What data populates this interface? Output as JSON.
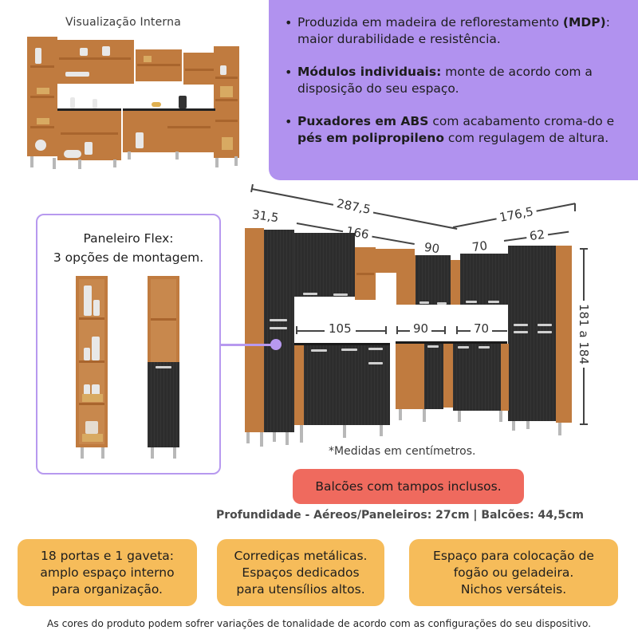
{
  "internal_view": {
    "title": "Visualização Interna"
  },
  "features_panel": {
    "background": "#b192ef",
    "items": [
      {
        "bold_prefix": "",
        "text_before": "Produzida em madeira de reflorestamento ",
        "bold": "(MDP)",
        "text_after": ": maior durabilidade e resistência."
      },
      {
        "bold": "Módulos individuais:",
        "text_after": " monte de acordo com a disposição do seu espaço."
      },
      {
        "bold": "Puxadores em ABS",
        "text_mid": " com acabamento croma-do e ",
        "bold2": "pés em polipropileno",
        "text_after": " com regulagem de altura."
      }
    ]
  },
  "dimensions": {
    "total_left": "287,5",
    "total_right": "176,5",
    "top_segments": [
      "31,5",
      "166",
      "90",
      "70",
      "62"
    ],
    "counter_segments": [
      "105",
      "90",
      "70"
    ],
    "height": "181 a 184",
    "unit_note": "*Medidas em centímetros."
  },
  "paneleiro": {
    "title_line1": "Paneleiro Flex:",
    "title_line2": "3 opções de montagem.",
    "border_color": "#b799ef"
  },
  "badge": {
    "label": "Balcões com tampos inclusos.",
    "color": "#ef6a5e"
  },
  "depth_note": "Profundidade - Aéreos/Paneleiros: 27cm | Balcões: 44,5cm",
  "info_boxes": [
    {
      "text": "18 portas e 1 gaveta:\namplo espaço interno\npara organização."
    },
    {
      "text": "Corrediças metálicas.\nEspaços dedicados\npara utensílios altos."
    },
    {
      "text": "Espaço para colocação de\nfogão ou geladeira.\nNichos versáteis."
    }
  ],
  "info_box_color": "#f6bc5a",
  "disclaimer": "As cores do produto podem sofrer variações de tonalidade de acordo com as configurações do seu dispositivo."
}
